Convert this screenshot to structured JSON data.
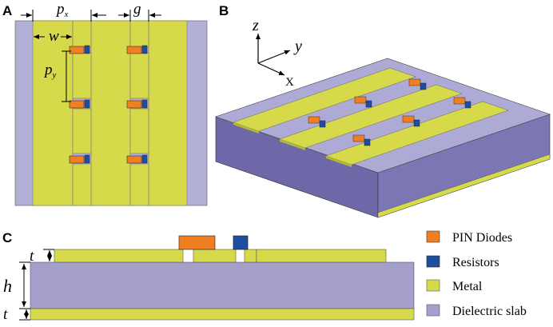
{
  "panels": {
    "a": "A",
    "b": "B",
    "c": "C"
  },
  "dimensions": {
    "px_base": "p",
    "px_sub": "x",
    "g": "g",
    "w": "w",
    "py_base": "p",
    "py_sub": "y",
    "t_top": "t",
    "h": "h",
    "t_bottom": "t"
  },
  "axes": {
    "z": "z",
    "y": "y",
    "x": "X"
  },
  "legend": [
    {
      "label": "PIN Diodes",
      "color": "#F07F22"
    },
    {
      "label": "Resistors",
      "color": "#1F4EA1"
    },
    {
      "label": "Metal",
      "color": "#D6DA4A"
    },
    {
      "label": "Dielectric slab",
      "color": "#A59FCC"
    }
  ],
  "colors": {
    "metal": "#D6DA4A",
    "dielectric": "#AEAAD6",
    "dielectric_side": "#6E68A8",
    "diode": "#F07F22",
    "resistor": "#1F4EA1"
  }
}
